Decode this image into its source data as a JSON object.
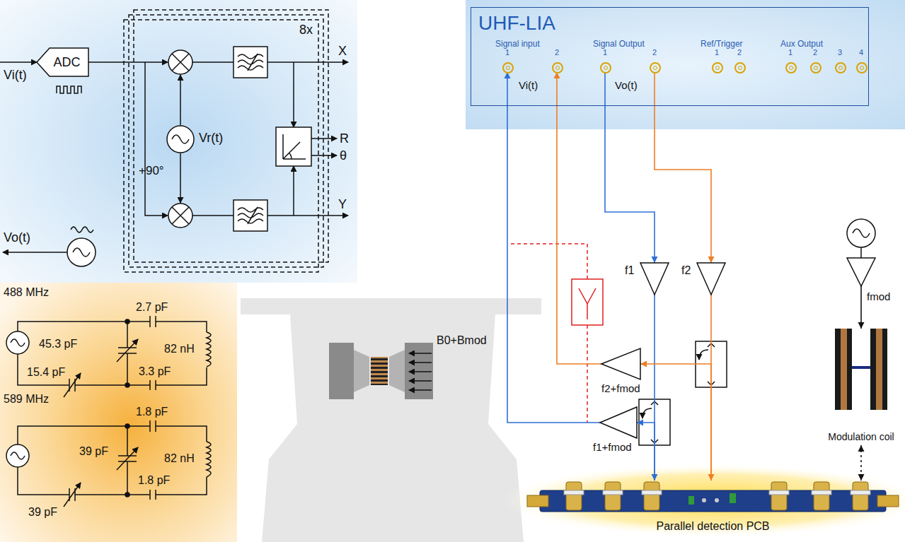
{
  "diagram": {
    "nodes": [
      {
        "text": [
          "ADC"
        ]
      },
      {
        "text": [
          "8x"
        ]
      },
      {
        "text": [
          "Vr(t)"
        ],
        "in": 1
      },
      {
        "text": [
          "UHF-LIA"
        ]
      },
      {
        "text": [
          "f1"
        ]
      },
      {
        "text": [
          "f2"
        ]
      },
      {
        "text": [
          "f2+fmod"
        ]
      },
      {
        "text": [
          "f1+fmod"
        ]
      },
      {
        "text": [
          "fmod"
        ]
      },
      {
        "text": [
          "Modulation coil"
        ]
      },
      {
        "text": [
          "Parallel detection PCB"
        ]
      }
    ],
    "edges": [
      {
        "from": 0,
        "to": 1,
        "arrow": "none"
      },
      {
        "from": 3,
        "to": 4,
        "arrow": "to"
      },
      {
        "from": 3,
        "to": 5,
        "arrow": "to"
      },
      {
        "from": 4,
        "to": 10,
        "arrow": "to"
      },
      {
        "from": 5,
        "to": 10,
        "arrow": "to"
      },
      {
        "from": 10,
        "to": 7,
        "arrow": "to"
      },
      {
        "from": 10,
        "to": 6,
        "arrow": "to"
      },
      {
        "from": 7,
        "to": 3,
        "arrow": "to"
      },
      {
        "from": 6,
        "to": 3,
        "arrow": "to"
      },
      {
        "from": 8,
        "to": 9,
        "arrow": "to"
      },
      {
        "from": 9,
        "to": 10,
        "arrow": "both"
      }
    ],
    "labels": [
      "Vi(t)",
      "X",
      "R",
      "θ",
      "Y",
      "+90°",
      "Vo(t)",
      "Signal input",
      "1",
      "2",
      "Signal Output",
      "1",
      "2",
      "Ref/Trigger",
      "1",
      "2",
      "Aux Output",
      "1",
      "2",
      "3",
      "4",
      "Vi(t)",
      "Vo(t)",
      "488 MHz",
      "2.7 pF",
      "45.3 pF",
      "82 nH",
      "15.4 pF",
      "3.3 pF",
      "589 MHz",
      "1.8 pF",
      "39 pF",
      "82 nH",
      "39 pF",
      "1.8 pF",
      "B0+Bmod"
    ]
  }
}
